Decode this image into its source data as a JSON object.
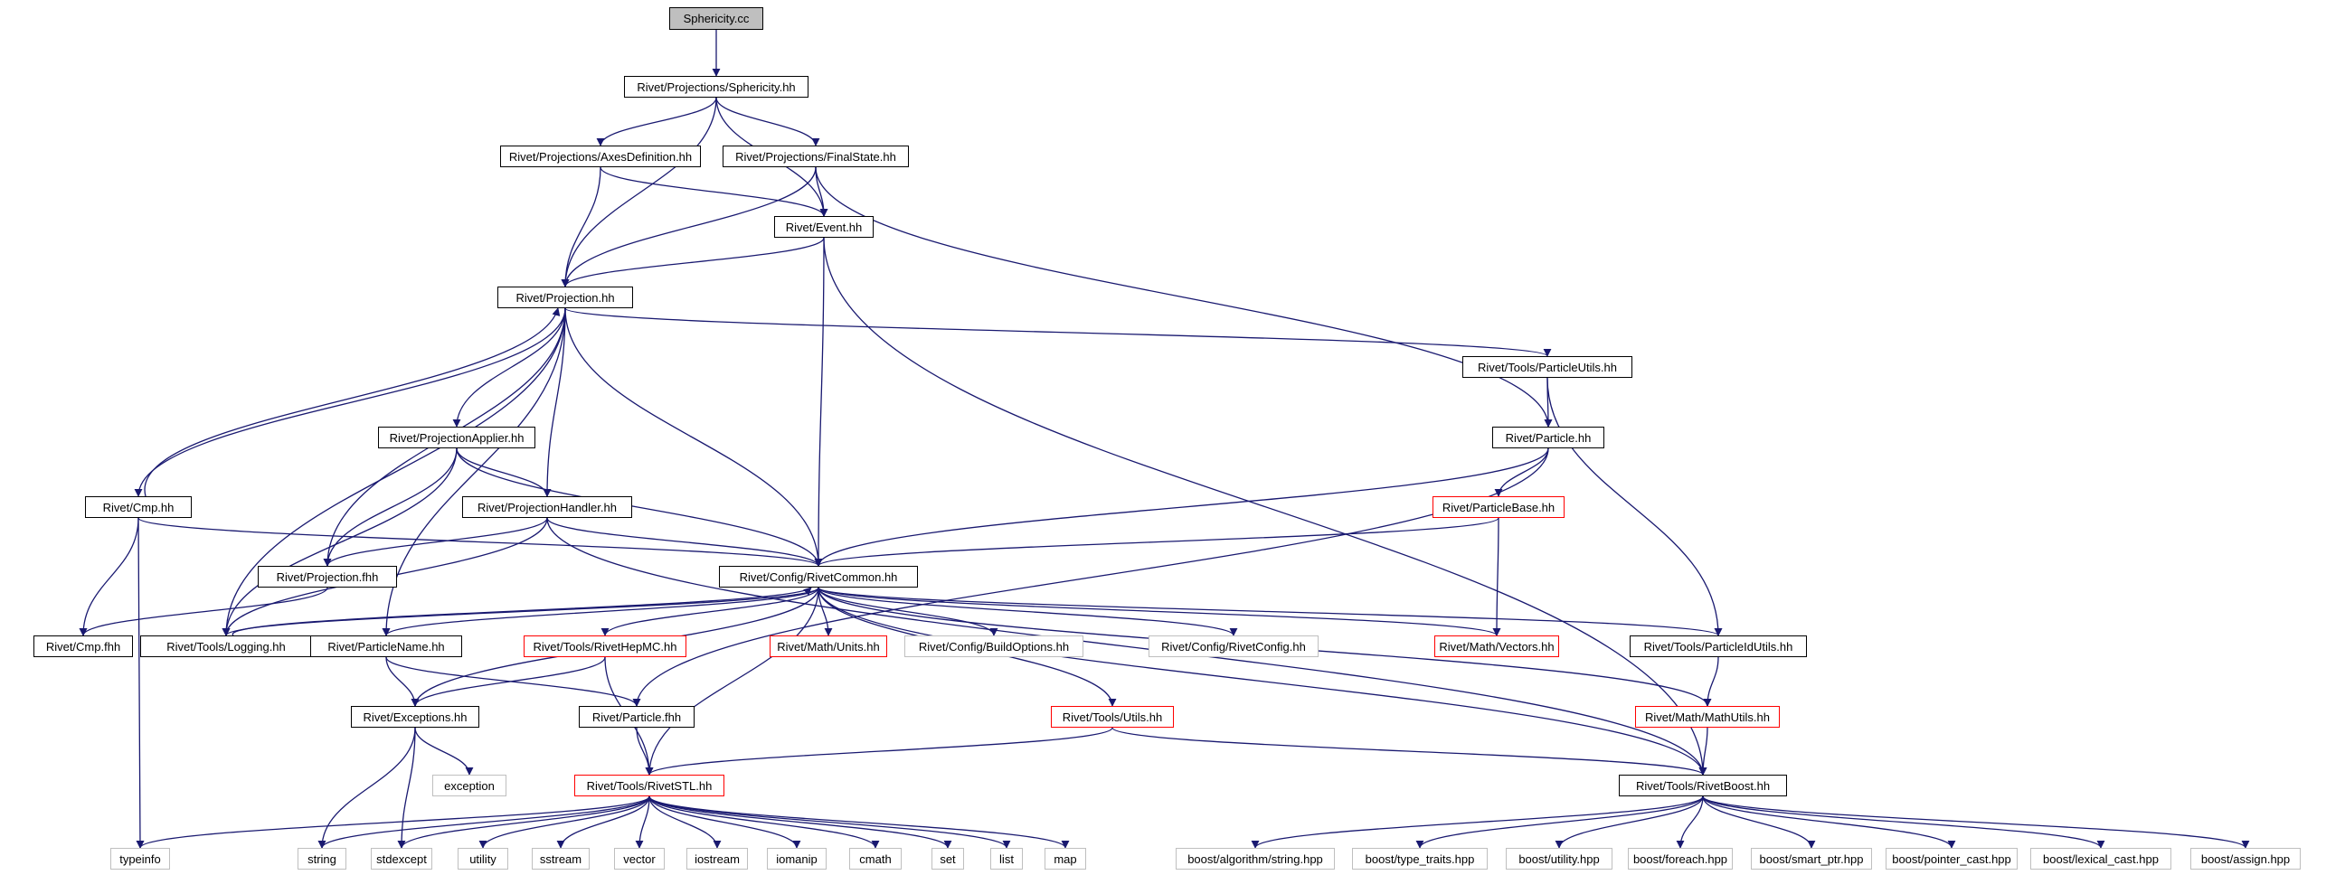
{
  "colors": {
    "edge": "#191970",
    "box": "#000000",
    "red": "#ff0000",
    "gray": "#bfbfbf",
    "root_fill": "#bfbfbf"
  },
  "nodes": [
    {
      "id": "sphericity_cc",
      "label": "Sphericity.cc",
      "style": "root"
    },
    {
      "id": "sphericity_hh",
      "label": "Rivet/Projections/Sphericity.hh",
      "style": "black"
    },
    {
      "id": "axesdef",
      "label": "Rivet/Projections/AxesDefinition.hh",
      "style": "black"
    },
    {
      "id": "finalstate",
      "label": "Rivet/Projections/FinalState.hh",
      "style": "black"
    },
    {
      "id": "event",
      "label": "Rivet/Event.hh",
      "style": "black"
    },
    {
      "id": "projection",
      "label": "Rivet/Projection.hh",
      "style": "black"
    },
    {
      "id": "particleutils",
      "label": "Rivet/Tools/ParticleUtils.hh",
      "style": "black"
    },
    {
      "id": "projapplier",
      "label": "Rivet/ProjectionApplier.hh",
      "style": "black"
    },
    {
      "id": "particle",
      "label": "Rivet/Particle.hh",
      "style": "black"
    },
    {
      "id": "cmp",
      "label": "Rivet/Cmp.hh",
      "style": "black"
    },
    {
      "id": "projhandler",
      "label": "Rivet/ProjectionHandler.hh",
      "style": "black"
    },
    {
      "id": "particlebase",
      "label": "Rivet/ParticleBase.hh",
      "style": "red"
    },
    {
      "id": "projfhh",
      "label": "Rivet/Projection.fhh",
      "style": "black"
    },
    {
      "id": "rivetcommon",
      "label": "Rivet/Config/RivetCommon.hh",
      "style": "black"
    },
    {
      "id": "cmpfhh",
      "label": "Rivet/Cmp.fhh",
      "style": "black"
    },
    {
      "id": "logging",
      "label": "Rivet/Tools/Logging.hh",
      "style": "black"
    },
    {
      "id": "particlename",
      "label": "Rivet/ParticleName.hh",
      "style": "black"
    },
    {
      "id": "rivethepmc",
      "label": "Rivet/Tools/RivetHepMC.hh",
      "style": "red"
    },
    {
      "id": "units",
      "label": "Rivet/Math/Units.hh",
      "style": "red"
    },
    {
      "id": "buildoptions",
      "label": "Rivet/Config/BuildOptions.hh",
      "style": "gray"
    },
    {
      "id": "rivetconfig",
      "label": "Rivet/Config/RivetConfig.hh",
      "style": "gray"
    },
    {
      "id": "vectors",
      "label": "Rivet/Math/Vectors.hh",
      "style": "red"
    },
    {
      "id": "particleidutils",
      "label": "Rivet/Tools/ParticleIdUtils.hh",
      "style": "black"
    },
    {
      "id": "exceptions",
      "label": "Rivet/Exceptions.hh",
      "style": "black"
    },
    {
      "id": "particlefhh",
      "label": "Rivet/Particle.fhh",
      "style": "black"
    },
    {
      "id": "utils",
      "label": "Rivet/Tools/Utils.hh",
      "style": "red"
    },
    {
      "id": "mathutils",
      "label": "Rivet/Math/MathUtils.hh",
      "style": "red"
    },
    {
      "id": "exception",
      "label": "exception",
      "style": "gray"
    },
    {
      "id": "rivetstl",
      "label": "Rivet/Tools/RivetSTL.hh",
      "style": "red"
    },
    {
      "id": "rivetboost",
      "label": "Rivet/Tools/RivetBoost.hh",
      "style": "black"
    },
    {
      "id": "typeinfo",
      "label": "typeinfo",
      "style": "gray"
    },
    {
      "id": "string",
      "label": "string",
      "style": "gray"
    },
    {
      "id": "stdexcept",
      "label": "stdexcept",
      "style": "gray"
    },
    {
      "id": "utility",
      "label": "utility",
      "style": "gray"
    },
    {
      "id": "sstream",
      "label": "sstream",
      "style": "gray"
    },
    {
      "id": "vector",
      "label": "vector",
      "style": "gray"
    },
    {
      "id": "iostream",
      "label": "iostream",
      "style": "gray"
    },
    {
      "id": "iomanip",
      "label": "iomanip",
      "style": "gray"
    },
    {
      "id": "cmath",
      "label": "cmath",
      "style": "gray"
    },
    {
      "id": "set",
      "label": "set",
      "style": "gray"
    },
    {
      "id": "list",
      "label": "list",
      "style": "gray"
    },
    {
      "id": "map",
      "label": "map",
      "style": "gray"
    },
    {
      "id": "boost_string",
      "label": "boost/algorithm/string.hpp",
      "style": "gray"
    },
    {
      "id": "boost_typetraits",
      "label": "boost/type_traits.hpp",
      "style": "gray"
    },
    {
      "id": "boost_utility",
      "label": "boost/utility.hpp",
      "style": "gray"
    },
    {
      "id": "boost_foreach",
      "label": "boost/foreach.hpp",
      "style": "gray"
    },
    {
      "id": "boost_smartptr",
      "label": "boost/smart_ptr.hpp",
      "style": "gray"
    },
    {
      "id": "boost_pointercast",
      "label": "boost/pointer_cast.hpp",
      "style": "gray"
    },
    {
      "id": "boost_lexicalcast",
      "label": "boost/lexical_cast.hpp",
      "style": "gray"
    },
    {
      "id": "boost_assign",
      "label": "boost/assign.hpp",
      "style": "gray"
    }
  ],
  "edges": [
    [
      "sphericity_cc",
      "sphericity_hh"
    ],
    [
      "sphericity_hh",
      "axesdef"
    ],
    [
      "sphericity_hh",
      "finalstate"
    ],
    [
      "sphericity_hh",
      "projection"
    ],
    [
      "sphericity_hh",
      "event"
    ],
    [
      "axesdef",
      "projection"
    ],
    [
      "axesdef",
      "event"
    ],
    [
      "finalstate",
      "event"
    ],
    [
      "finalstate",
      "projection"
    ],
    [
      "finalstate",
      "particle"
    ],
    [
      "event",
      "projection"
    ],
    [
      "event",
      "rivetcommon"
    ],
    [
      "event",
      "rivetboost"
    ],
    [
      "projection",
      "particleutils"
    ],
    [
      "projection",
      "projapplier"
    ],
    [
      "projection",
      "projhandler"
    ],
    [
      "projection",
      "cmp"
    ],
    [
      "projection",
      "projfhh"
    ],
    [
      "projection",
      "rivetcommon"
    ],
    [
      "projection",
      "logging"
    ],
    [
      "projection",
      "particlename"
    ],
    [
      "cmp",
      "projection"
    ],
    [
      "cmp",
      "cmpfhh"
    ],
    [
      "cmp",
      "rivetcommon"
    ],
    [
      "cmp",
      "typeinfo"
    ],
    [
      "particleutils",
      "particle"
    ],
    [
      "particleutils",
      "particleidutils"
    ],
    [
      "projapplier",
      "projhandler"
    ],
    [
      "projapplier",
      "projfhh"
    ],
    [
      "projapplier",
      "rivetcommon"
    ],
    [
      "projapplier",
      "logging"
    ],
    [
      "projhandler",
      "projfhh"
    ],
    [
      "projhandler",
      "rivetcommon"
    ],
    [
      "projhandler",
      "logging"
    ],
    [
      "projhandler",
      "rivetboost"
    ],
    [
      "particle",
      "particlebase"
    ],
    [
      "particle",
      "rivetcommon"
    ],
    [
      "particle",
      "particlefhh"
    ],
    [
      "particlebase",
      "rivetcommon"
    ],
    [
      "particlebase",
      "vectors"
    ],
    [
      "projfhh",
      "cmpfhh"
    ],
    [
      "rivetcommon",
      "logging"
    ],
    [
      "rivetcommon",
      "particlename"
    ],
    [
      "rivetcommon",
      "rivethepmc"
    ],
    [
      "rivetcommon",
      "units"
    ],
    [
      "rivetcommon",
      "buildoptions"
    ],
    [
      "rivetcommon",
      "rivetconfig"
    ],
    [
      "rivetcommon",
      "vectors"
    ],
    [
      "rivetcommon",
      "particleidutils"
    ],
    [
      "rivetcommon",
      "exceptions"
    ],
    [
      "rivetcommon",
      "rivetstl"
    ],
    [
      "rivetcommon",
      "utils"
    ],
    [
      "rivetcommon",
      "mathutils"
    ],
    [
      "rivetcommon",
      "rivetboost"
    ],
    [
      "logging",
      "rivetcommon"
    ],
    [
      "particlename",
      "exceptions"
    ],
    [
      "particlename",
      "particlefhh"
    ],
    [
      "rivethepmc",
      "exceptions"
    ],
    [
      "rivethepmc",
      "rivetstl"
    ],
    [
      "particleidutils",
      "mathutils"
    ],
    [
      "exceptions",
      "exception"
    ],
    [
      "exceptions",
      "string"
    ],
    [
      "exceptions",
      "stdexcept"
    ],
    [
      "particlefhh",
      "rivetstl"
    ],
    [
      "utils",
      "rivetstl"
    ],
    [
      "utils",
      "rivetboost"
    ],
    [
      "mathutils",
      "rivetboost"
    ],
    [
      "rivetstl",
      "typeinfo"
    ],
    [
      "rivetstl",
      "string"
    ],
    [
      "rivetstl",
      "stdexcept"
    ],
    [
      "rivetstl",
      "utility"
    ],
    [
      "rivetstl",
      "sstream"
    ],
    [
      "rivetstl",
      "vector"
    ],
    [
      "rivetstl",
      "iostream"
    ],
    [
      "rivetstl",
      "iomanip"
    ],
    [
      "rivetstl",
      "cmath"
    ],
    [
      "rivetstl",
      "set"
    ],
    [
      "rivetstl",
      "list"
    ],
    [
      "rivetstl",
      "map"
    ],
    [
      "rivetboost",
      "boost_string"
    ],
    [
      "rivetboost",
      "boost_typetraits"
    ],
    [
      "rivetboost",
      "boost_utility"
    ],
    [
      "rivetboost",
      "boost_foreach"
    ],
    [
      "rivetboost",
      "boost_smartptr"
    ],
    [
      "rivetboost",
      "boost_pointercast"
    ],
    [
      "rivetboost",
      "boost_lexicalcast"
    ],
    [
      "rivetboost",
      "boost_assign"
    ]
  ]
}
